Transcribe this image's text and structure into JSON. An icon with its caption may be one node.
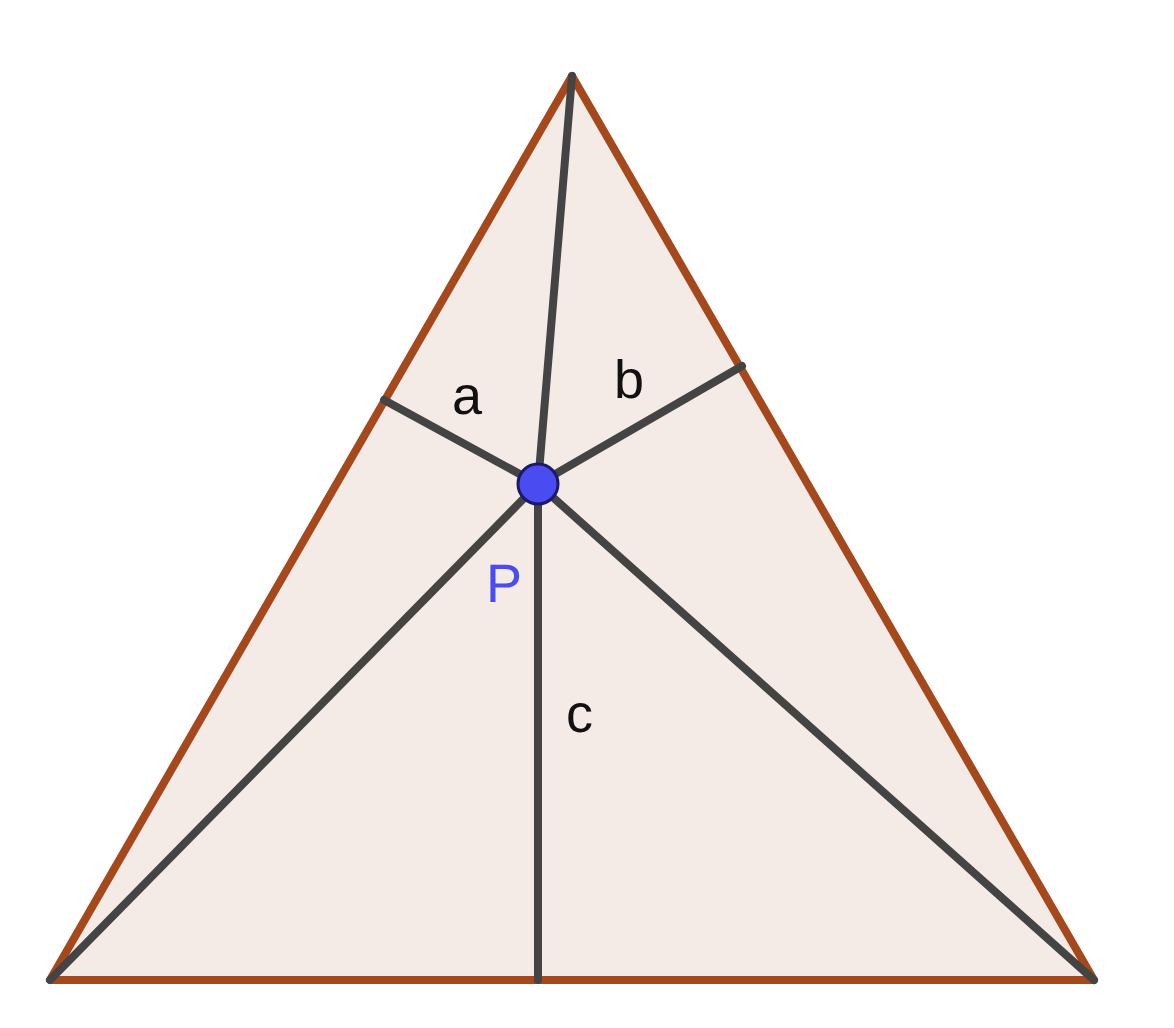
{
  "diagram": {
    "labels": [
      "a",
      "b",
      "P",
      "c"
    ]
  }
}
